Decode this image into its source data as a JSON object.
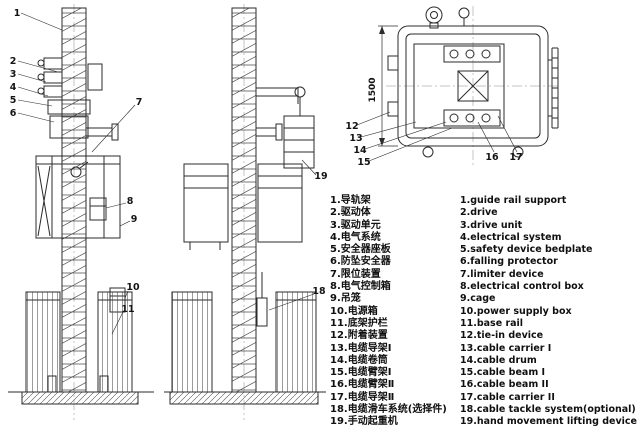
{
  "figure": {
    "dimension_label": "1500",
    "callouts": [
      "1",
      "2",
      "3",
      "4",
      "5",
      "6",
      "7",
      "8",
      "9",
      "10",
      "11",
      "12",
      "13",
      "14",
      "15",
      "16",
      "17",
      "18",
      "19"
    ]
  },
  "parts_list": {
    "chinese": [
      "1.导轨架",
      "2.驱动体",
      "3.驱动单元",
      "4.电气系统",
      "5.安全器座板",
      "6.防坠安全器",
      "7.限位装置",
      "8.电气控制箱",
      "9.吊笼",
      "10.电源箱",
      "11.底架护栏",
      "12.附着装置",
      "13.电缆导架Ⅰ",
      "14.电缆卷筒",
      "15.电缆臂架Ⅰ",
      "16.电缆臂架Ⅱ",
      "17.电缆导架Ⅱ",
      "18.电缆滑车系统(选择件)",
      "19.手动起重机"
    ],
    "english": [
      "1.guide rail support",
      "2.drive",
      "3.drive unit",
      "4.electrical system",
      "5.safety device bedplate",
      "6.falling protector",
      "7.limiter device",
      "8.electrical control box",
      "9.cage",
      "10.power supply box",
      "11.base rail",
      "12.tie-in device",
      "13.cable carrier I",
      "14.cable drum",
      "15.cable beam I",
      "16.cable beam II",
      "17.cable carrier II",
      "18.cable tackle system(optional)",
      "19.hand movement lifting device"
    ]
  }
}
